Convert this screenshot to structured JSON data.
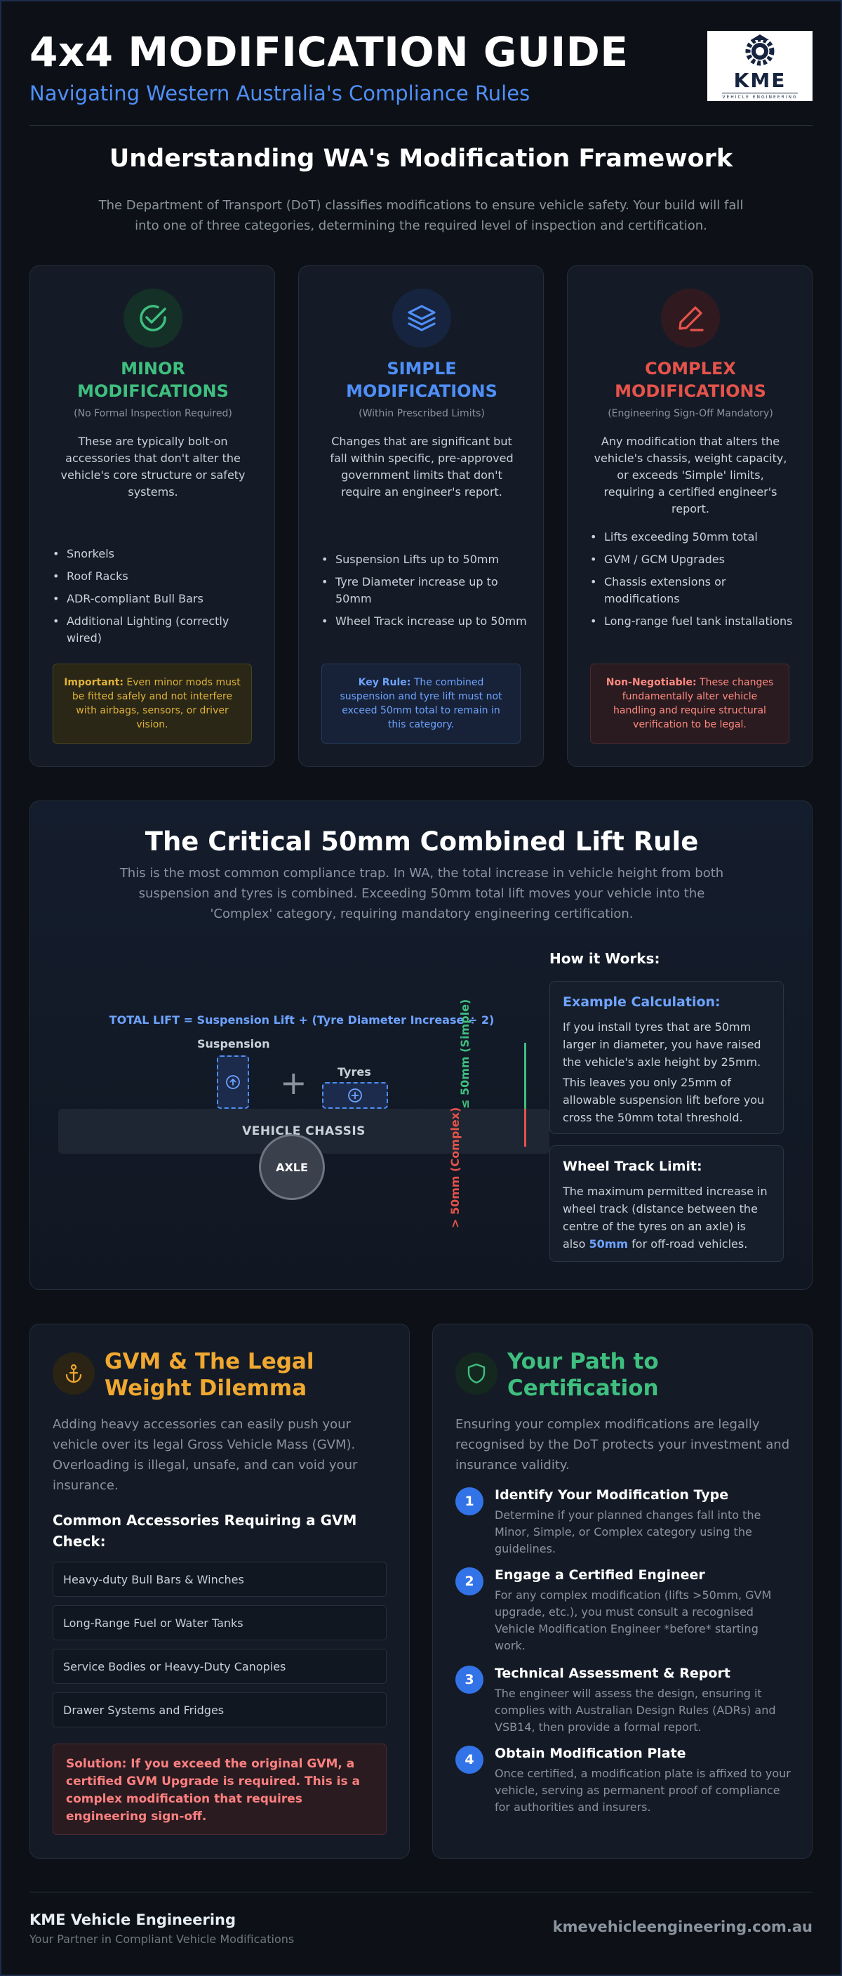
{
  "header": {
    "title": "4x4 MODIFICATION GUIDE",
    "subtitle": "Navigating Western Australia's Compliance Rules",
    "logo_text": "KME",
    "logo_sub": "VEHICLE ENGINEERING"
  },
  "framework": {
    "title": "Understanding WA's Modification Framework",
    "intro": "The Department of Transport (DoT) classifies modifications to ensure vehicle safety. Your build will fall into one of three categories, determining the required level of inspection and certification."
  },
  "cards": [
    {
      "title": "MINOR MODIFICATIONS",
      "tag": "(No Formal Inspection Required)",
      "desc": "These are typically bolt-on accessories that don't alter the vehicle's core structure or safety systems.",
      "items": [
        "Snorkels",
        "Roof Racks",
        "ADR-compliant Bull Bars",
        "Additional Lighting (correctly wired)"
      ],
      "note_label": "Important:",
      "note_text": " Even minor mods must be fitted safely and not interfere with airbags, sensors, or driver vision.",
      "icon": "check-circle-icon",
      "color": "#3fbf7f"
    },
    {
      "title": "SIMPLE MODIFICATIONS",
      "tag": "(Within Prescribed Limits)",
      "desc": "Changes that are significant but fall within specific, pre-approved government limits that don't require an engineer's report.",
      "items": [
        "Suspension Lifts up to 50mm",
        "Tyre Diameter increase up to 50mm",
        "Wheel Track increase up to 50mm"
      ],
      "note_label": "Key Rule:",
      "note_text": " The combined suspension and tyre lift must not exceed 50mm total to remain in this category.",
      "icon": "layers-icon",
      "color": "#4f8ff7"
    },
    {
      "title": "COMPLEX MODIFICATIONS",
      "tag": "(Engineering Sign-Off Mandatory)",
      "desc": "Any modification that alters the vehicle's chassis, weight capacity, or exceeds 'Simple' limits, requiring a certified engineer's report.",
      "items": [
        "Lifts exceeding 50mm total",
        "GVM / GCM Upgrades",
        "Chassis extensions or modifications",
        "Long-range fuel tank installations"
      ],
      "note_label": "Non-Negotiable:",
      "note_text": " These changes fundamentally alter vehicle handling and require structural verification to be legal.",
      "icon": "pencil-icon",
      "color": "#e5534b"
    }
  ],
  "lift": {
    "title": "The Critical 50mm Combined Lift Rule",
    "intro": "This is the most common compliance trap. In WA, the total increase in vehicle height from both suspension and tyres is combined. Exceeding 50mm total lift moves your vehicle into the 'Complex' category, requiring mandatory engineering certification.",
    "formula": "TOTAL LIFT = Suspension Lift + (Tyre Diameter Increase ÷ 2)",
    "suspension_label": "Suspension",
    "tyres_label": "Tyres",
    "chassis_label": "VEHICLE CHASSIS",
    "axle_label": "AXLE",
    "simple_label": "≤ 50mm (Simple)",
    "complex_label": "> 50mm (Complex)",
    "how_title": "How it Works:",
    "example_title": "Example Calculation:",
    "example_p1": "If you install tyres that are 50mm larger in diameter, you have raised the vehicle's axle height by 25mm.",
    "example_p2": "This leaves you only 25mm of allowable suspension lift before you cross the 50mm total threshold.",
    "track_title": "Wheel Track Limit:",
    "track_text": "The maximum permitted increase in wheel track (distance between the centre of the tyres on an axle) is also ",
    "track_highlight": "50mm",
    "track_suffix": " for off-road vehicles."
  },
  "gvm": {
    "title": "GVM & The Legal Weight Dilemma",
    "intro": "Adding heavy accessories can easily push your vehicle over its legal Gross Vehicle Mass (GVM). Overloading is illegal, unsafe, and can void your insurance.",
    "acc_head": "Common Accessories Requiring a GVM Check:",
    "items": [
      "Heavy-duty Bull Bars & Winches",
      "Long-Range Fuel or Water Tanks",
      "Service Bodies or Heavy-Duty Canopies",
      "Drawer Systems and Fridges"
    ],
    "solution": "Solution: If you exceed the original GVM, a certified GVM Upgrade is required. This is a complex modification that requires engineering sign-off."
  },
  "path": {
    "title": "Your Path to Certification",
    "intro": "Ensuring your complex modifications are legally recognised by the DoT protects your investment and insurance validity.",
    "steps": [
      {
        "num": "1",
        "title": "Identify Your Modification Type",
        "desc": "Determine if your planned changes fall into the Minor, Simple, or Complex category using the guidelines."
      },
      {
        "num": "2",
        "title": "Engage a Certified Engineer",
        "desc": "For any complex modification (lifts >50mm, GVM upgrade, etc.), you must consult a recognised Vehicle Modification Engineer *before* starting work."
      },
      {
        "num": "3",
        "title": "Technical Assessment & Report",
        "desc": "The engineer will assess the design, ensuring it complies with Australian Design Rules (ADRs) and VSB14, then provide a formal report."
      },
      {
        "num": "4",
        "title": "Obtain Modification Plate",
        "desc": "Once certified, a modification plate is affixed to your vehicle, serving as permanent proof of compliance for authorities and insurers."
      }
    ]
  },
  "footer": {
    "brand": "KME Vehicle Engineering",
    "tagline": "Your Partner in Compliant Vehicle Modifications",
    "url": "kmevehicleengineering.com.au"
  }
}
